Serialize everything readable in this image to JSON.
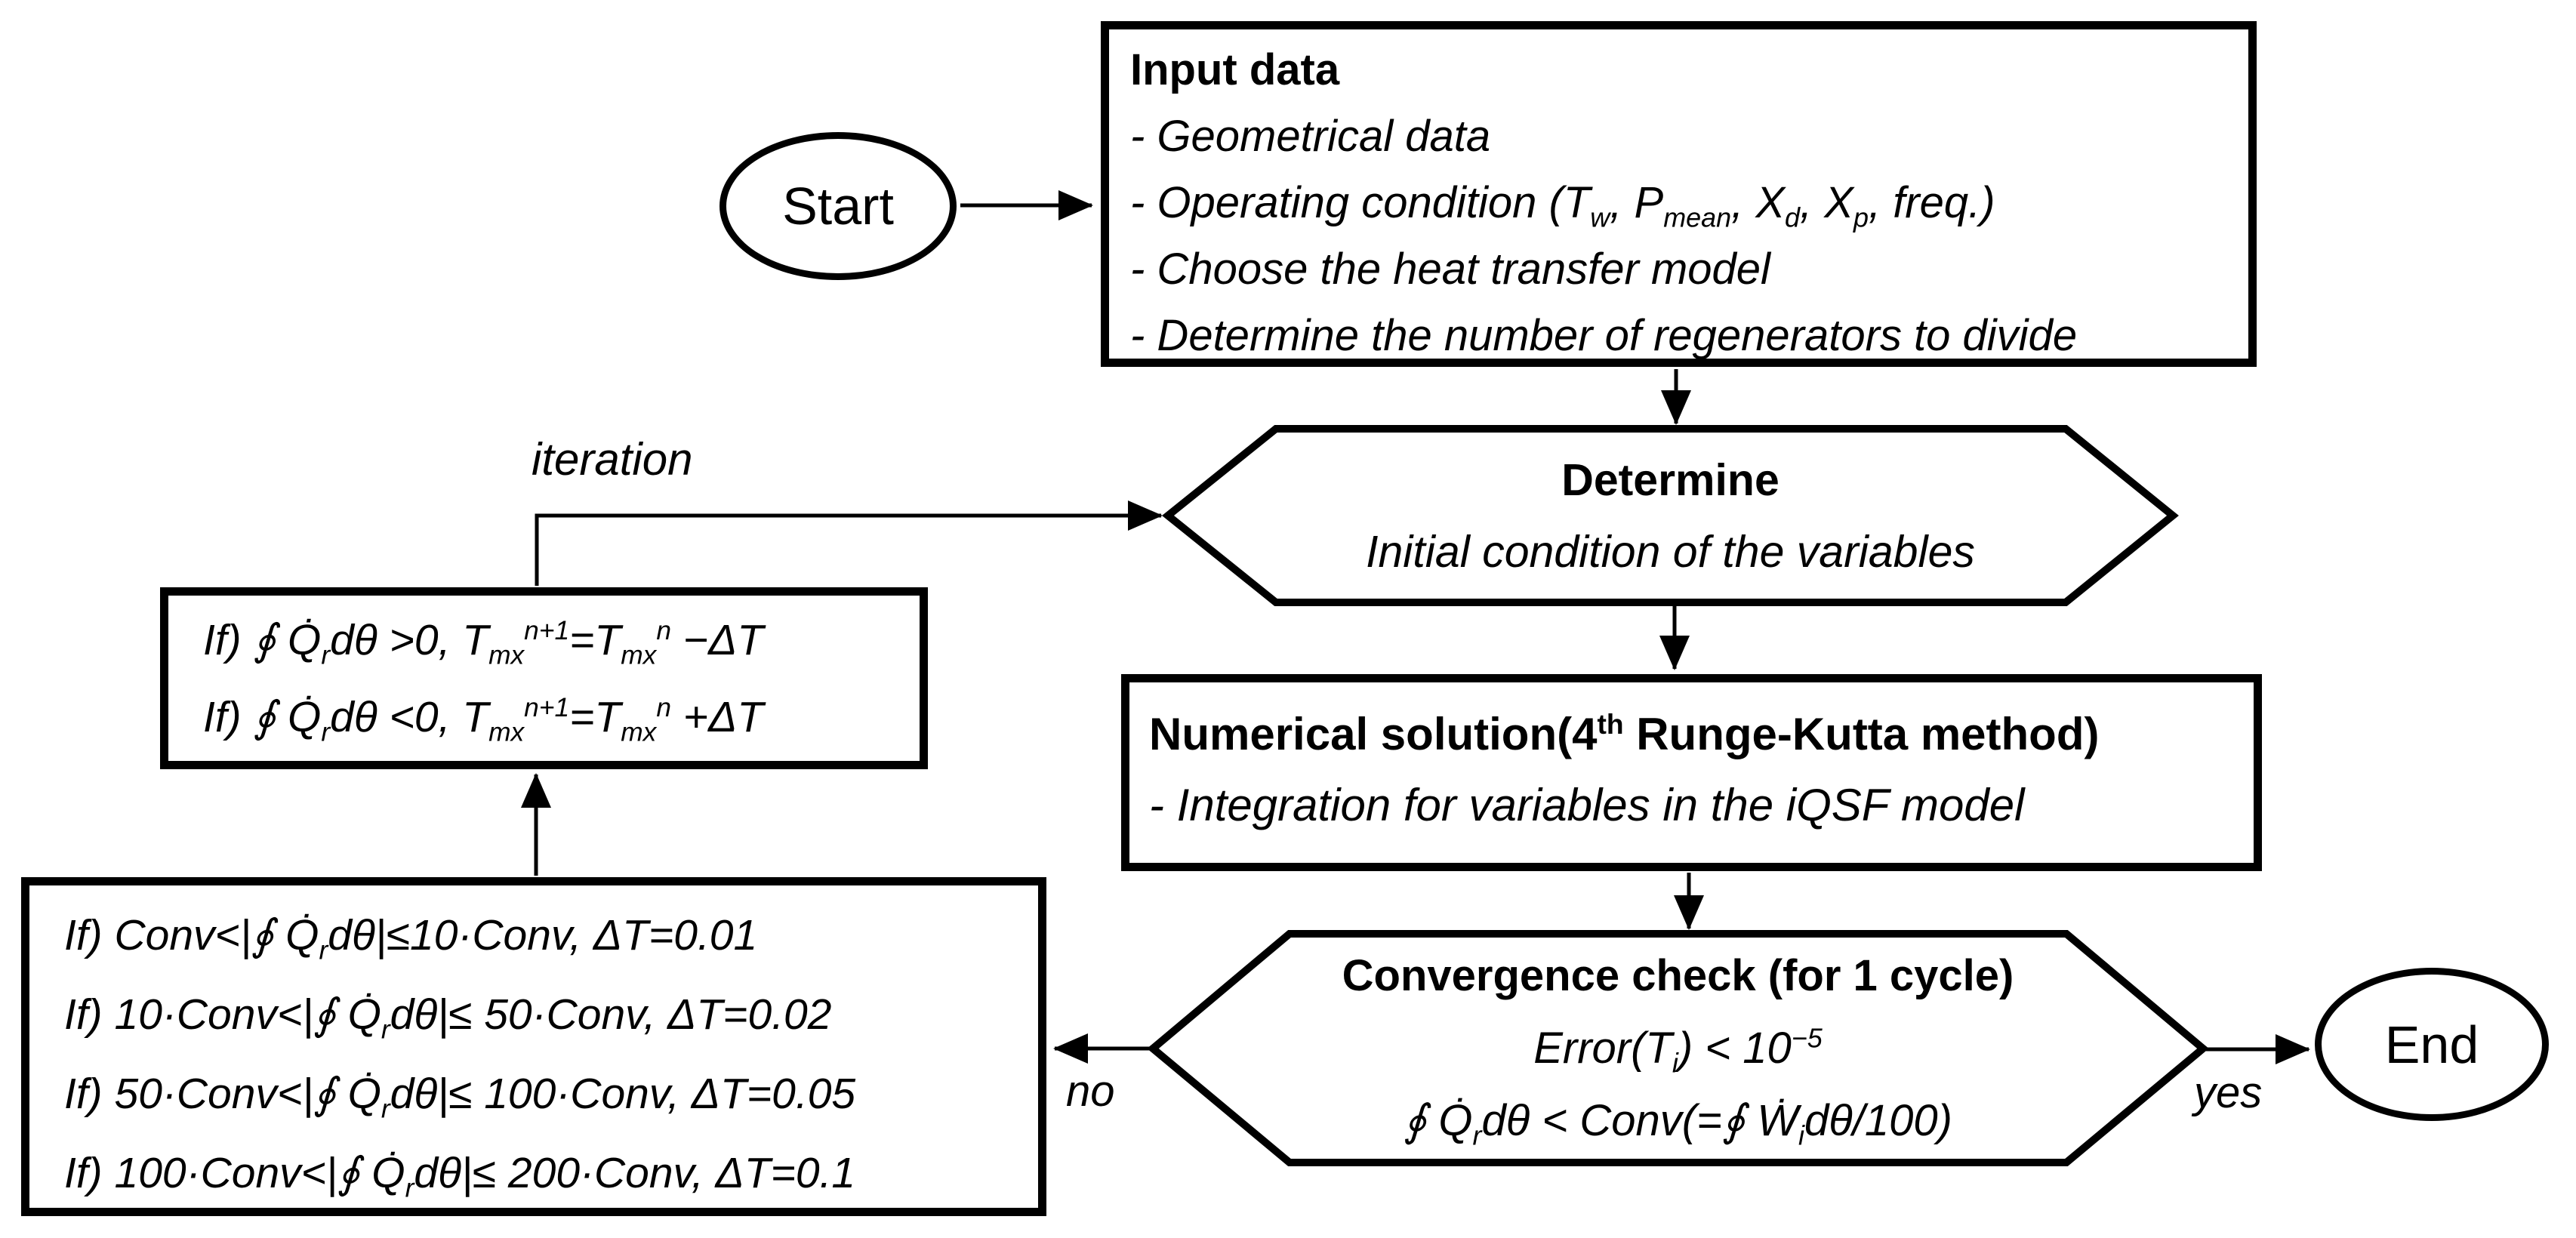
{
  "nodes": {
    "start": {
      "label": "Start"
    },
    "input": {
      "title": "Input data",
      "items": [
        "- Geometrical data",
        "- Operating condition (T_{w}, P_{mean}, X_{d}, X_{p}, freq.)",
        "- Choose the heat transfer model",
        "- Determine the number of regenerators to divide"
      ]
    },
    "determine": {
      "title": "Determine",
      "subtitle": "Initial condition of the variables"
    },
    "numerical": {
      "title": "Numerical solution(4^{th} Runge-Kutta method)",
      "item": "- Integration for variables in the iQSF model"
    },
    "convergence": {
      "title": "Convergence check (for 1 cycle)",
      "criteria": [
        "Error(T_{i}) <  10^{−5}",
        "∮ Q̇_{r}dθ < Conv(=∮ Ẇ_{i}dθ/100)"
      ]
    },
    "tmx_update": {
      "lines": [
        "If) ∮ Q̇_{r}dθ >0,  T_{mx}^{n+1}=T_{mx}^{n} −ΔT",
        "If) ∮ Q̇_{r}dθ <0,  T_{mx}^{n+1}=T_{mx}^{n} +ΔT"
      ]
    },
    "delta_t_rules": {
      "lines": [
        "If) Conv<|∮ Q̇_{r}dθ|≤10·Conv, ΔT=0.01",
        "If) 10·Conv<|∮ Q̇_{r}dθ|≤ 50·Conv, ΔT=0.02",
        "If) 50·Conv<|∮ Q̇_{r}dθ|≤ 100·Conv, ΔT=0.05",
        "If) 100·Conv<|∮ Q̇_{r}dθ|≤ 200·Conv, ΔT=0.1"
      ]
    },
    "end": {
      "label": "End"
    }
  },
  "edge_labels": {
    "iteration": "iteration",
    "no": "no",
    "yes": "yes"
  },
  "colors": {
    "stroke": "#000000",
    "background": "#ffffff",
    "text": "#000000"
  }
}
